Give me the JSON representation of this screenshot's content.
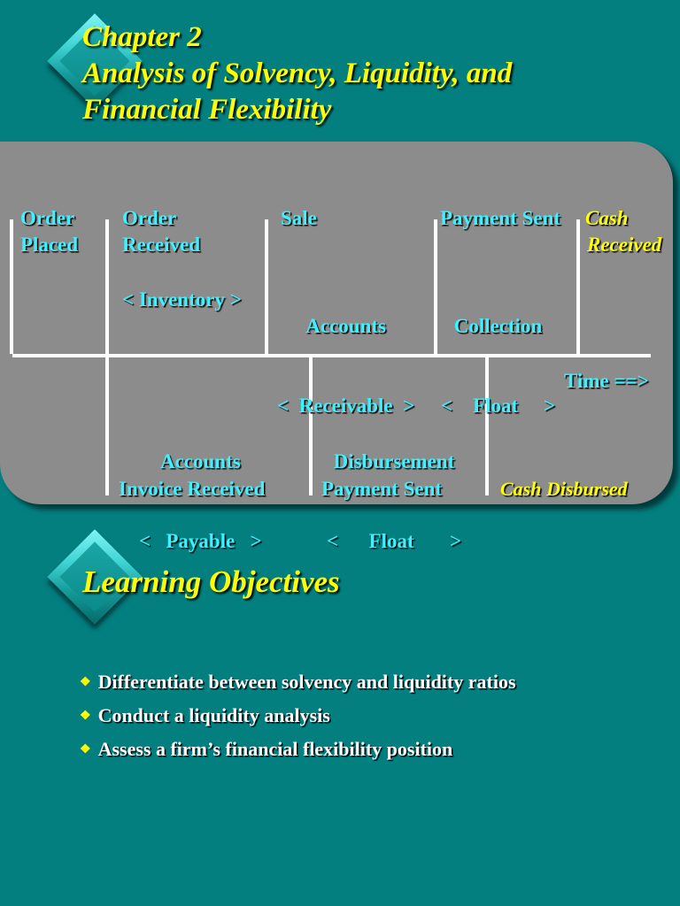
{
  "header": {
    "title_lines": [
      "Chapter 2",
      "Analysis of Solvency, Liquidity, and",
      "Financial Flexibility"
    ]
  },
  "timeline": {
    "top_events": [
      {
        "line1": "Order",
        "line2": "Placed"
      },
      {
        "line1": "Order",
        "line2": "Received"
      },
      {
        "line1": "Sale"
      },
      {
        "line1": "Payment Sent"
      },
      {
        "line1": "Cash",
        "line2": "Received"
      }
    ],
    "top_periods": [
      {
        "line1": "",
        "line2": "< Inventory >"
      },
      {
        "line1": "Accounts",
        "line2": "<  Receivable  >"
      },
      {
        "line1": "Collection",
        "line2": "<    Float     >"
      }
    ],
    "time_label": "Time ==>",
    "bottom_periods": [
      {
        "line1": "Accounts",
        "line2": "<   Payable   >"
      },
      {
        "line1": "Disbursement",
        "line2": "<      Float       >"
      }
    ],
    "bottom_events": [
      "Invoice Received",
      "Payment Sent",
      "Cash Disbursed"
    ]
  },
  "objectives": {
    "title": "Learning Objectives",
    "bullet_icon": "diamond-bullet-icon",
    "items": [
      "Differentiate between solvency and liquidity ratios",
      "Conduct a liquidity analysis",
      "Assess a firm’s financial flexibility position"
    ]
  },
  "colors": {
    "background": "#037f80",
    "panel": "#8c8c8c",
    "title_text": "#ffff00",
    "label_cyan": "#3ff0ff",
    "bullet_text": "#ffffff"
  }
}
